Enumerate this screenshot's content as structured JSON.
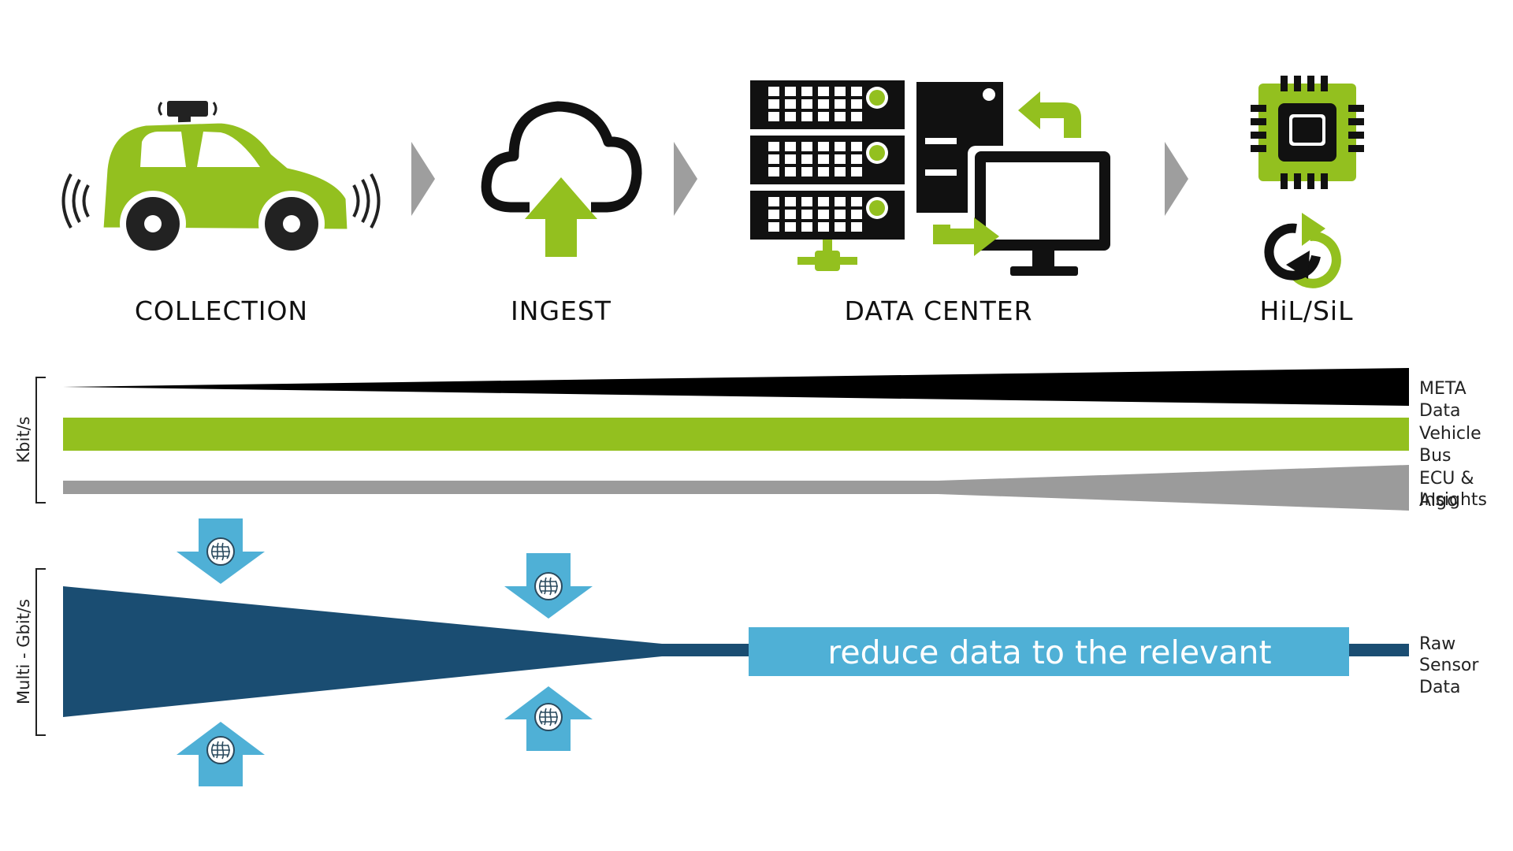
{
  "colors": {
    "accent_green": "#93c01f",
    "black": "#000000",
    "gray": "#9b9b9b",
    "dark_blue": "#1a4d72",
    "light_blue": "#4fb0d6",
    "chevron_gray": "#9e9e9e"
  },
  "stages": [
    {
      "label": "COLLECTION",
      "icon": "car-icon"
    },
    {
      "label": "INGEST",
      "icon": "cloud-upload-icon"
    },
    {
      "label": "DATA CENTER",
      "icon": "server-rack-icon"
    },
    {
      "label": "HiL/SiL",
      "icon": "chip-icon"
    }
  ],
  "axis": {
    "upper": "Kbit/s",
    "lower": "Multi - Gbit/s"
  },
  "streams": {
    "meta": "META Data",
    "vehicle_bus": "Vehicle Bus",
    "ecu_line1": "ECU & Algo",
    "ecu_line2": "Insights",
    "raw_line1": "Raw",
    "raw_line2": "Sensor Data"
  },
  "reduce_label": "reduce data to the relevant",
  "ai_arrows": [
    {
      "direction": "down",
      "icon": "brain-icon"
    },
    {
      "direction": "up",
      "icon": "brain-icon"
    },
    {
      "direction": "down",
      "icon": "brain-icon"
    },
    {
      "direction": "up",
      "icon": "brain-icon"
    }
  ]
}
